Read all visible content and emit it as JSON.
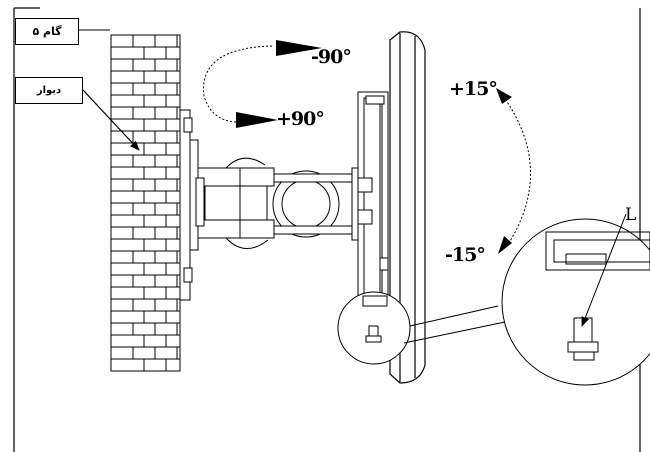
{
  "step_label": "گام ۵",
  "wall_label": "دیوار",
  "angles": {
    "swivel_minus": "-90°",
    "swivel_plus": "+90°",
    "tilt_plus": "+15°",
    "tilt_minus": "-15°"
  },
  "detail_label": "L"
}
